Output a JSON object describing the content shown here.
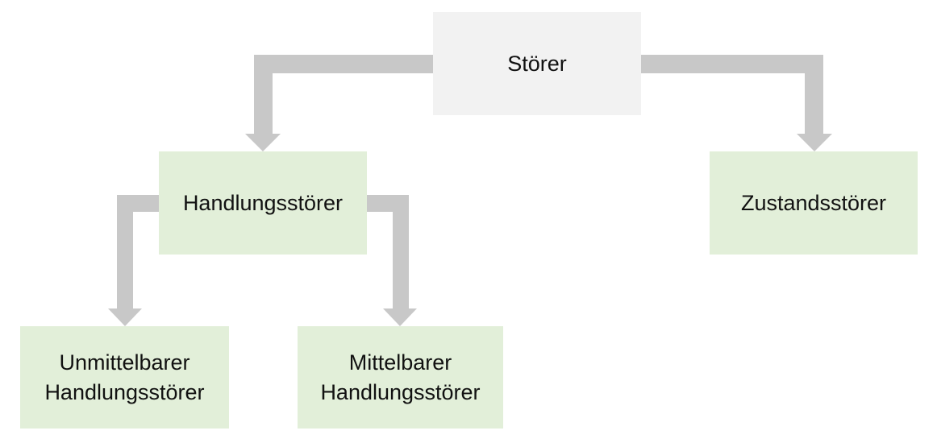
{
  "nodes": {
    "root": "Störer",
    "handlung": "Handlungsstörer",
    "zustand": "Zustandsstörer",
    "unmittelbar_line1": "Unmittelbarer",
    "unmittelbar_line2": "Handlungsstörer",
    "mittelbar_line1": "Mittelbarer",
    "mittelbar_line2": "Handlungsstörer"
  },
  "colors": {
    "root_fill": "#f2f2f2",
    "child_fill": "#e2efd9",
    "arrow": "#c8c8c8"
  }
}
